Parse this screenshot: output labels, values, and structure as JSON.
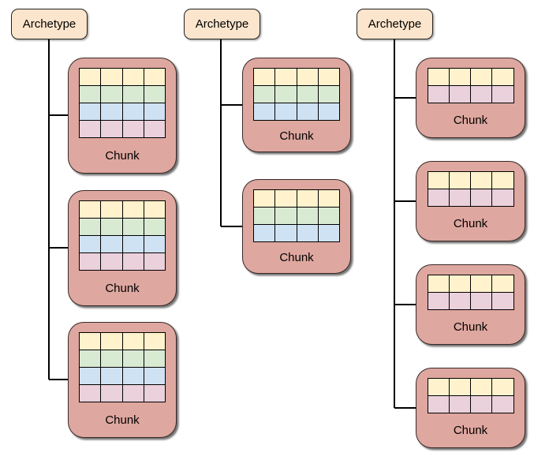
{
  "colors": {
    "background": "#FFFFFF",
    "archetype_fill": "#FCE5CD",
    "chunk_fill": "#DEA79F",
    "stroke": "#000000",
    "row_colors": {
      "yellow": "#FFF2CC",
      "green": "#D9EAD3",
      "blue": "#CFE2F3",
      "pink": "#EAD1DC"
    }
  },
  "columns": [
    {
      "archetype": {
        "label": "Archetype"
      },
      "chunks": [
        {
          "label": "Chunk",
          "cols": 4,
          "rows": [
            "yellow",
            "green",
            "blue",
            "pink"
          ]
        },
        {
          "label": "Chunk",
          "cols": 4,
          "rows": [
            "yellow",
            "green",
            "blue",
            "pink"
          ]
        },
        {
          "label": "Chunk",
          "cols": 4,
          "rows": [
            "yellow",
            "green",
            "blue",
            "pink"
          ]
        }
      ]
    },
    {
      "archetype": {
        "label": "Archetype"
      },
      "chunks": [
        {
          "label": "Chunk",
          "cols": 4,
          "rows": [
            "yellow",
            "green",
            "blue"
          ]
        },
        {
          "label": "Chunk",
          "cols": 4,
          "rows": [
            "yellow",
            "green",
            "blue"
          ]
        }
      ]
    },
    {
      "archetype": {
        "label": "Archetype"
      },
      "chunks": [
        {
          "label": "Chunk",
          "cols": 4,
          "rows": [
            "yellow",
            "pink"
          ]
        },
        {
          "label": "Chunk",
          "cols": 4,
          "rows": [
            "yellow",
            "pink"
          ]
        },
        {
          "label": "Chunk",
          "cols": 4,
          "rows": [
            "yellow",
            "pink"
          ]
        },
        {
          "label": "Chunk",
          "cols": 4,
          "rows": [
            "yellow",
            "pink"
          ]
        }
      ]
    }
  ]
}
